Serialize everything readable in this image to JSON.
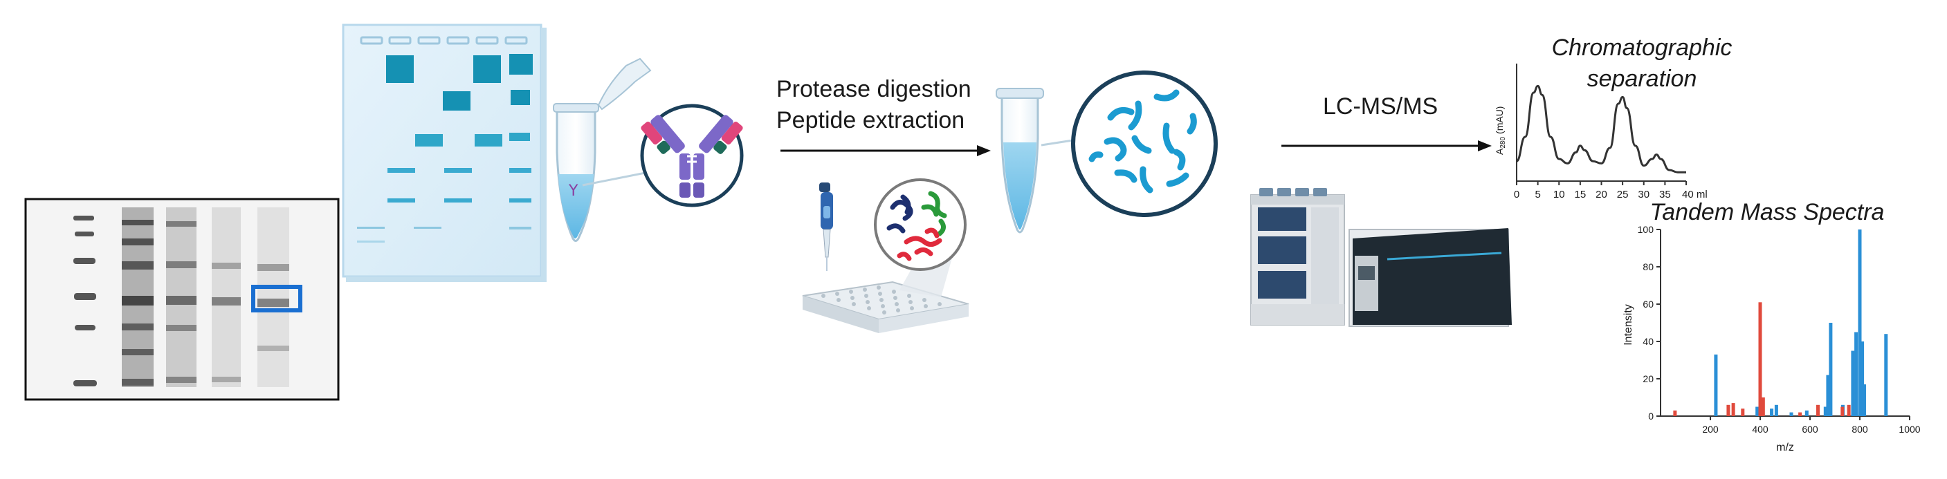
{
  "steps": {
    "digestion_line1": "Protease digestion",
    "digestion_line2": "Peptide extraction",
    "lcms": "LC-MS/MS"
  },
  "chromatogram": {
    "title_line1": "Chromatographic",
    "title_line2": "separation",
    "ylabel": "A",
    "ylabel_sub": "280",
    "ylabel_unit": "(mAU)",
    "x_ticks": [
      "0",
      "5",
      "10",
      "15",
      "20",
      "25",
      "30",
      "35",
      "40 ml"
    ]
  },
  "spectrum": {
    "title": "Tandem Mass Spectra",
    "xlabel": "m/z",
    "ylabel": "Intensity",
    "x_ticks": [
      "200",
      "400",
      "600",
      "800",
      "1000"
    ],
    "y_ticks": [
      "0",
      "20",
      "40",
      "60",
      "80",
      "100"
    ]
  },
  "colors": {
    "gel_teal": "#1591b3",
    "tube_blue": "#7fc9ea",
    "antibody_pink": "#e0457b",
    "antibody_purple": "#7c68c8",
    "antibody_green": "#1f6b5a",
    "peptide_blue": "#1b9bd1",
    "peak_blue": "#2a8fd6",
    "peak_red": "#e04a3c"
  },
  "chart_data": [
    {
      "type": "line",
      "x": [
        0,
        2,
        4,
        5,
        6,
        8,
        10,
        12,
        14,
        15,
        16,
        18,
        20,
        22,
        24,
        25,
        26,
        28,
        30,
        32,
        33,
        34,
        36,
        38,
        40
      ],
      "y": [
        18,
        40,
        80,
        86,
        78,
        40,
        20,
        16,
        26,
        32,
        28,
        18,
        16,
        30,
        70,
        76,
        66,
        32,
        14,
        20,
        24,
        20,
        10,
        8,
        8
      ],
      "xlim": [
        0,
        40
      ],
      "ylim": [
        0,
        100
      ]
    },
    {
      "type": "bar",
      "xlim": [
        0,
        1000
      ],
      "ylim": [
        0,
        100
      ],
      "series": [
        {
          "x": [
            222,
            388,
            410,
            446,
            465,
            525,
            587,
            662,
            672,
            683,
            732,
            772,
            785,
            800,
            810,
            818,
            905
          ],
          "y": [
            33,
            5,
            8,
            4,
            6,
            2,
            3,
            5,
            22,
            50,
            6,
            35,
            45,
            100,
            40,
            17,
            44
          ]
        },
        {
          "x": [
            58,
            272,
            292,
            330,
            412,
            400,
            560,
            632,
            730,
            756
          ],
          "y": [
            3,
            6,
            7,
            4,
            10,
            61,
            2,
            6,
            5,
            6
          ]
        }
      ]
    }
  ]
}
